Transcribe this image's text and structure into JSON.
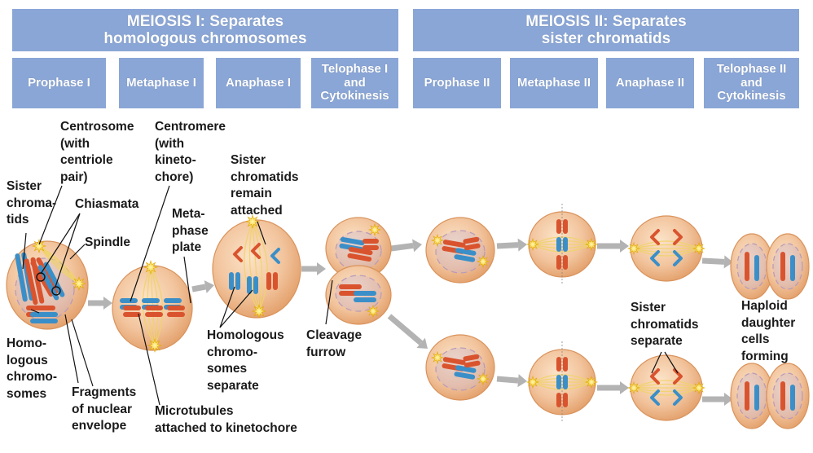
{
  "header": {
    "meiosis1": {
      "line1": "MEIOSIS I: Separates",
      "line2": "homologous chromosomes"
    },
    "meiosis2": {
      "line1": "MEIOSIS II: Separates",
      "line2": "sister chromatids"
    }
  },
  "phases": [
    {
      "lines": [
        "Prophase I"
      ]
    },
    {
      "lines": [
        "Metaphase I"
      ]
    },
    {
      "lines": [
        "Anaphase I"
      ]
    },
    {
      "lines": [
        "Telophase I",
        "and",
        "Cytokinesis"
      ]
    },
    {
      "lines": [
        "Prophase II"
      ]
    },
    {
      "lines": [
        "Metaphase II"
      ]
    },
    {
      "lines": [
        "Anaphase II"
      ]
    },
    {
      "lines": [
        "Telophase II",
        "and",
        "Cytokinesis"
      ]
    }
  ],
  "labels": {
    "centrosome": [
      "Centrosome",
      "(with",
      "centriole",
      "pair)"
    ],
    "centromere": [
      "Centromere",
      "(with",
      "kineto-",
      "chore)"
    ],
    "sister_chromatids": [
      "Sister",
      "chroma-",
      "tids"
    ],
    "chiasmata": [
      "Chiasmata"
    ],
    "spindle": [
      "Spindle"
    ],
    "metaphase_plate": [
      "Meta-",
      "phase",
      "plate"
    ],
    "sister_remain": [
      "Sister",
      "chromatids",
      "remain",
      "attached"
    ],
    "homologous_chromosomes": [
      "Homo-",
      "logous",
      "chromo-",
      "somes"
    ],
    "fragments": [
      "Fragments",
      "of nuclear",
      "envelope"
    ],
    "microtubules": [
      "Microtubules",
      "attached to kinetochore"
    ],
    "homologous_separate": [
      "Homologous",
      "chromo-",
      "somes",
      "separate"
    ],
    "cleavage": [
      "Cleavage",
      "furrow"
    ],
    "sister_separate": [
      "Sister",
      "chromatids",
      "separate"
    ],
    "haploid": [
      "Haploid",
      "daughter",
      "cells",
      "forming"
    ]
  },
  "colors": {
    "header_bg": "#8aa6d6",
    "cell_fill": "#f2c49d",
    "cell_edge": "#d9935c",
    "chromosome_red": "#d9542e",
    "chromosome_blue": "#3b8fc8",
    "centrosome": "#f2c21b",
    "spindle": "#f0d36a",
    "arrow": "#b3b3b3"
  }
}
